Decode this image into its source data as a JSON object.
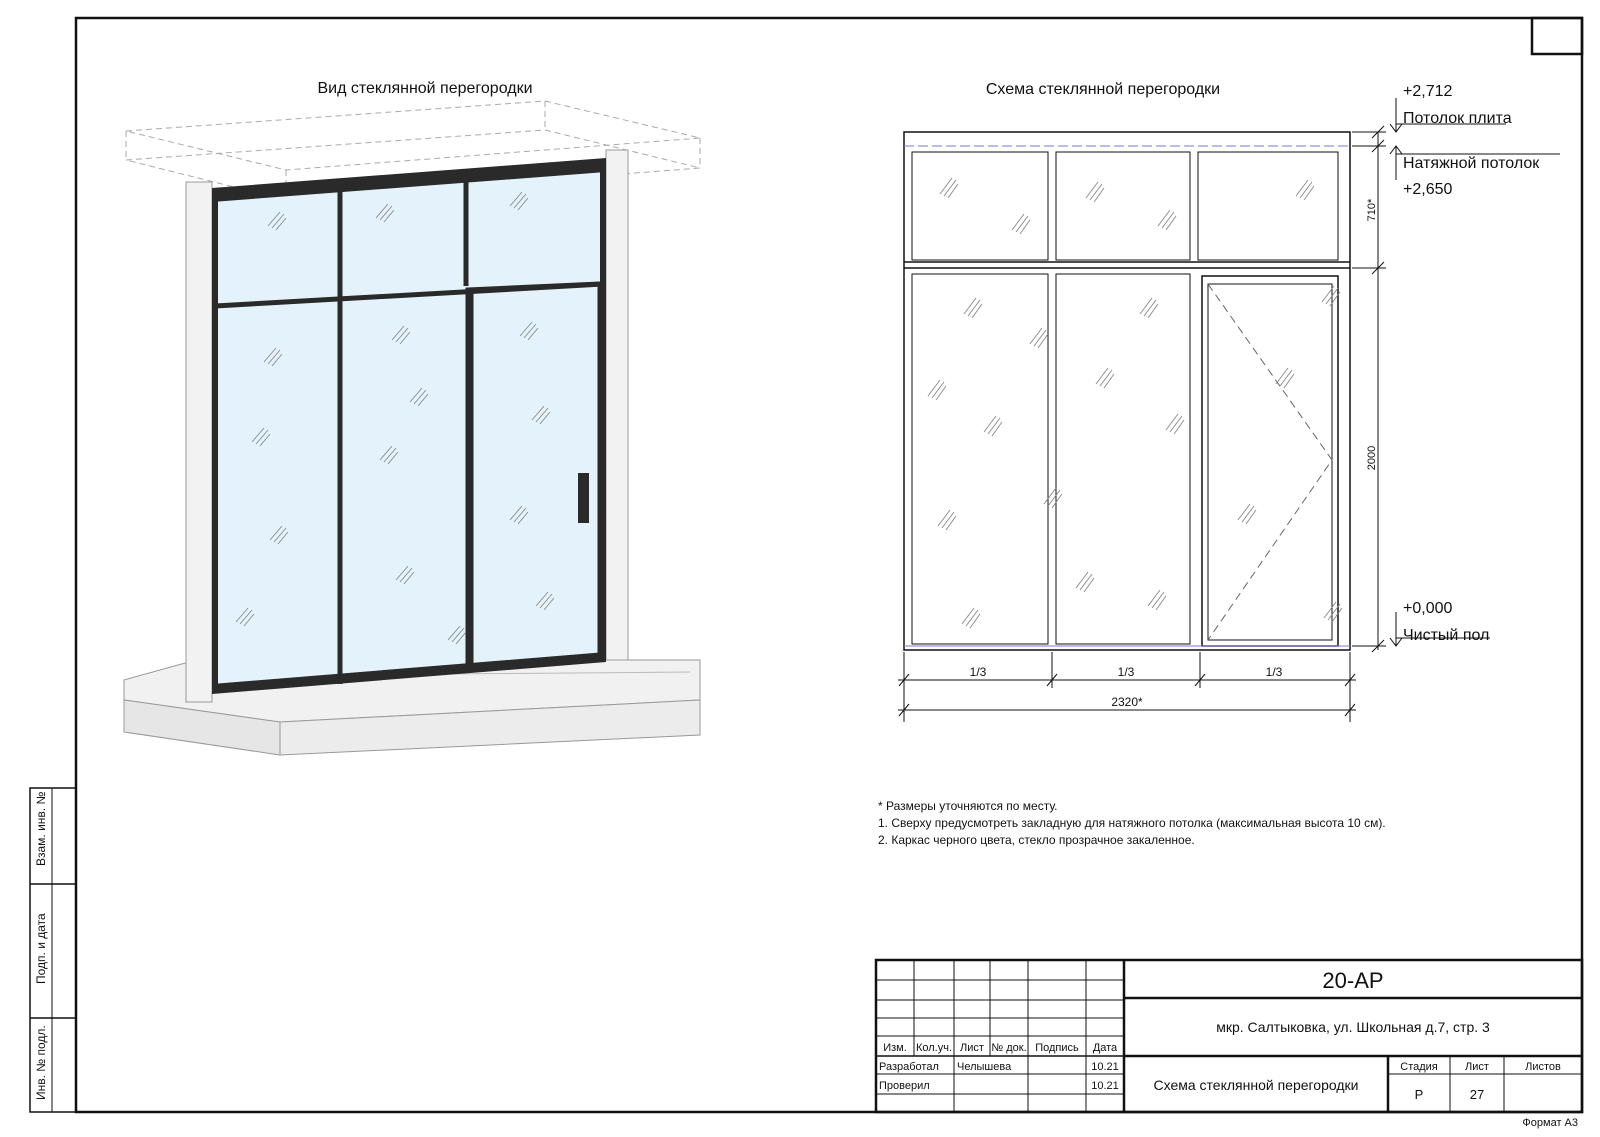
{
  "view": {
    "title": "Вид стеклянной перегородки"
  },
  "scheme": {
    "title": "Схема стеклянной перегородки",
    "levels": {
      "top_value": "+2,712",
      "top_label": "Потолок плита",
      "ceiling_label": "Натяжной потолок",
      "ceiling_value": "+2,650",
      "floor_value": "+0,000",
      "floor_label": "Чистый пол"
    },
    "dims": {
      "upper_height": "710*",
      "lower_height": "2000",
      "thirds": [
        "1/3",
        "1/3",
        "1/3"
      ],
      "total_width": "2320*"
    }
  },
  "notes": [
    "* Размеры уточняются по месту.",
    "1.  Сверху предусмотреть закладную для натяжного потолка (максимальная высота 10 см).",
    "2.  Каркас черного цвета, стекло прозрачное закаленное."
  ],
  "side_stamp": [
    "Взам. инв. №",
    "Подп. и дата",
    "Инв. № подл."
  ],
  "title_block": {
    "code": "20-АР",
    "address": "мкр. Салтыковка, ул. Школьная д.7, стр. 3",
    "sheet_title": "Схема стеклянной перегородки",
    "headers": [
      "Изм.",
      "Кол.уч.",
      "Лист",
      "№ док.",
      "Подпись",
      "Дата"
    ],
    "rows": [
      {
        "role": "Разработал",
        "name": "Челышева",
        "date": "10.21"
      },
      {
        "role": "Проверил",
        "name": "",
        "date": "10.21"
      }
    ],
    "stage_label": "Стадия",
    "sheet_label": "Лист",
    "sheets_label": "Листов",
    "stage": "Р",
    "sheet": "27",
    "sheets": ""
  },
  "format": "Формат А3"
}
